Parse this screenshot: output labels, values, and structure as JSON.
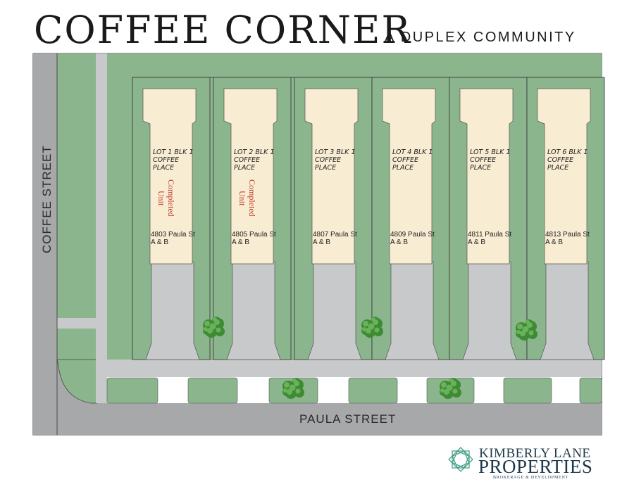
{
  "title": "COFFEE CORNER",
  "subtitle": "A DUPLEX COMMUNITY",
  "streets": {
    "vertical": "COFFEE STREET",
    "horizontal": "PAULA STREET"
  },
  "lots": [
    {
      "label_line1": "LOT 1 BLK 1",
      "label_line2": "COFFEE",
      "label_line3": "PLACE",
      "status_line1": "Completed",
      "status_line2": "Unit",
      "address_line1": "4803 Paula St",
      "address_line2": "A & B"
    },
    {
      "label_line1": "LOT 2 BLK 1",
      "label_line2": "COFFEE",
      "label_line3": "PLACE",
      "status_line1": "Completed",
      "status_line2": "Unit",
      "address_line1": "4805 Paula St",
      "address_line2": "A & B"
    },
    {
      "label_line1": "LOT 3 BLK 1",
      "label_line2": "COFFEE",
      "label_line3": "PLACE",
      "status_line1": "",
      "status_line2": "",
      "address_line1": "4807 Paula St",
      "address_line2": "A & B"
    },
    {
      "label_line1": "LOT 4 BLK 1",
      "label_line2": "COFFEE",
      "label_line3": "PLACE",
      "status_line1": "",
      "status_line2": "",
      "address_line1": "4809 Paula St",
      "address_line2": "A & B"
    },
    {
      "label_line1": "LOT 5 BLK 1",
      "label_line2": "COFFEE",
      "label_line3": "PLACE",
      "status_line1": "",
      "status_line2": "",
      "address_line1": "4811 Paula St",
      "address_line2": "A & B"
    },
    {
      "label_line1": "LOT 6 BLK 1",
      "label_line2": "COFFEE",
      "label_line3": "PLACE",
      "status_line1": "",
      "status_line2": "",
      "address_line1": "4813 Paula St",
      "address_line2": "A & B"
    }
  ],
  "logo": {
    "name_line1": "KIMBERLY LANE",
    "name_line2": "PROPERTIES",
    "tagline": "BROKERAGE & DEVELOPMENT"
  },
  "colors": {
    "road": "#a7a8aa",
    "grass": "#8bb58d",
    "building": "#f8ecd2",
    "driveway": "#c8c9cb",
    "completed_text": "#c0392b",
    "logo": "#1e3a4a",
    "logo_mark": "#4aa08a"
  }
}
